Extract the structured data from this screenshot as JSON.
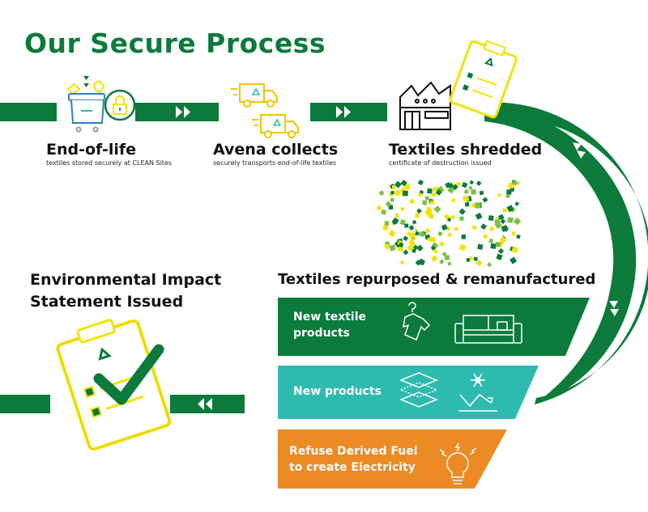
{
  "title": "Our Secure Process",
  "colors": {
    "green": "#0b7a3b",
    "teal": "#2fbab0",
    "orange": "#ec8a24",
    "yellow": "#f2e300",
    "blue": "#2d7fc1"
  },
  "steps": [
    {
      "title": "End-of-life",
      "subtitle": "textiles stored securely at CLEAN Sites",
      "icon": "locked-bin-icon"
    },
    {
      "title": "Avena collects",
      "subtitle": "securely transports end-of-life textiles",
      "icon": "delivery-trucks-icon"
    },
    {
      "title": "Textiles shredded",
      "subtitle": "certificate of destruction issued",
      "icon": "factory-icon"
    }
  ],
  "repurposed": {
    "heading": "Textiles repurposed & remanufactured",
    "outputs": [
      {
        "label": "New textile products",
        "icons": [
          "shirt-hanger-icon",
          "sofa-icon"
        ]
      },
      {
        "label": "New products",
        "icons": [
          "layers-icon",
          "insulation-icon"
        ]
      },
      {
        "label": "Refuse Derived Fuel to create Electricity",
        "icons": [
          "lightbulb-icon"
        ]
      }
    ]
  },
  "final": {
    "heading_line1": "Environmental Impact",
    "heading_line2": "Statement Issued",
    "icon": "clipboard-check-icon"
  }
}
